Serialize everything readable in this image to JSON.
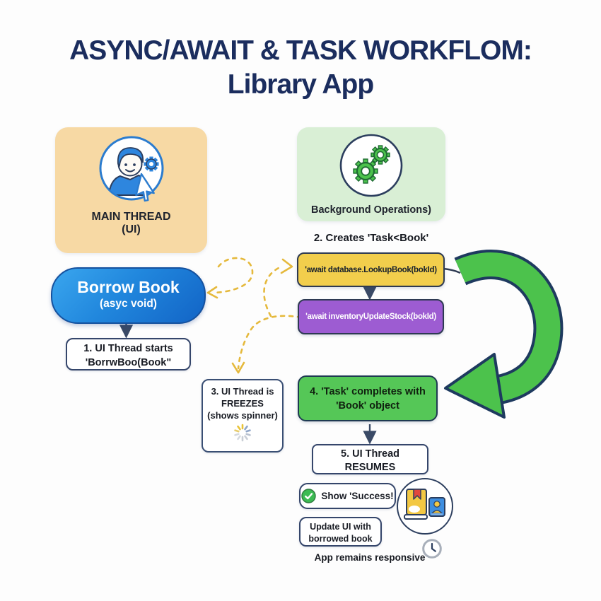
{
  "title": {
    "line1": "ASYNC/AWAIT & TASK WORKFLOM:",
    "line2": "Library App"
  },
  "main_thread": {
    "label_line1": "MAIN THREAD",
    "label_line2": "(UI)",
    "icon": "user-cursor-gear-icon"
  },
  "background_ops": {
    "label": "Background Operations)",
    "icon": "gears-icon"
  },
  "borrow_button": {
    "title": "Borrow Book",
    "subtitle": "(asyc void)"
  },
  "steps": {
    "step1": {
      "line1": "1. UI Thread starts",
      "line2": "'BorrwBoo(Book\""
    },
    "step2_caption": "2. Creates 'Task<Book'",
    "await_database": "'await database.LookupBook(bokId)",
    "await_inventory": "'await inventoryUpdateStock(bokId)",
    "step3": {
      "line1": "3. UI Thread is",
      "line2": "FREEZES",
      "line3": "(shows spinner)"
    },
    "step4": {
      "line1": "4. 'Task' completes with",
      "line2": "'Book' object"
    },
    "step5": {
      "line1": "5. UI Thread",
      "line2": "RESUMES"
    }
  },
  "results": {
    "success_label": "Show 'Success!",
    "update_line1": "Update UI with",
    "update_line2": "borrowed book",
    "footer": "App remains responsive"
  },
  "palette": {
    "title_navy": "#1b2d5e",
    "outline_navy": "#35466b",
    "main_thread_bg": "#f7d9a4",
    "background_ops_bg": "#d9efd5",
    "button_blue": "#1264c6",
    "await_yellow": "#f2ce4c",
    "await_purple": "#9d5cd2",
    "complete_green": "#55c757",
    "curved_arrow_green": "#4cc24c",
    "dashed_arrow_yellow": "#e5b93c"
  }
}
